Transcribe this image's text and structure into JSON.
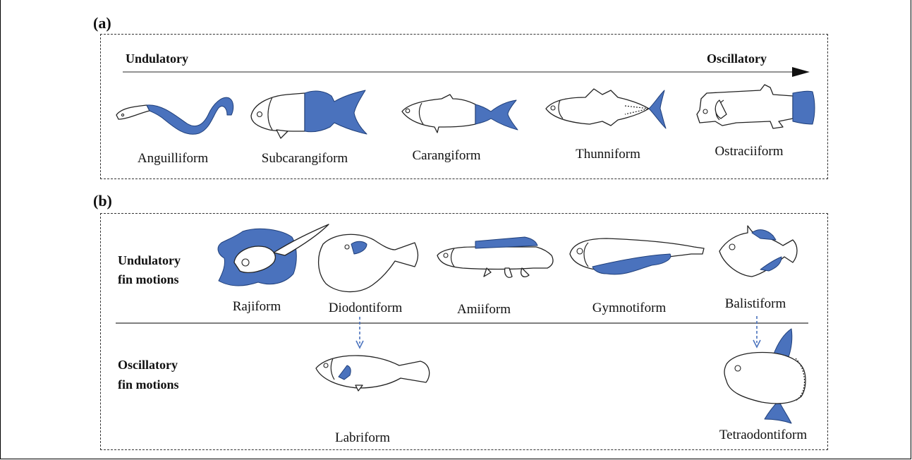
{
  "panel_a": {
    "label": "(a)",
    "axis_left": "Undulatory",
    "axis_right": "Oscillatory",
    "forms": [
      "Anguilliform",
      "Subcarangiform",
      "Carangiform",
      "Thunniform",
      "Ostraciiform"
    ]
  },
  "panel_b": {
    "label": "(b)",
    "row1_line1": "Undulatory",
    "row1_line2": "fin motions",
    "row2_line1": "Oscillatory",
    "row2_line2": "fin motions",
    "undulatory_forms": [
      "Rajiform",
      "Diodontiform",
      "Amiiform",
      "Gymnotiform",
      "Balistiform"
    ],
    "oscillatory_forms": [
      "Labriform",
      "Tetraodontiform"
    ]
  },
  "colors": {
    "highlight": "#4a72bd",
    "arrow": "#4a72bd"
  }
}
